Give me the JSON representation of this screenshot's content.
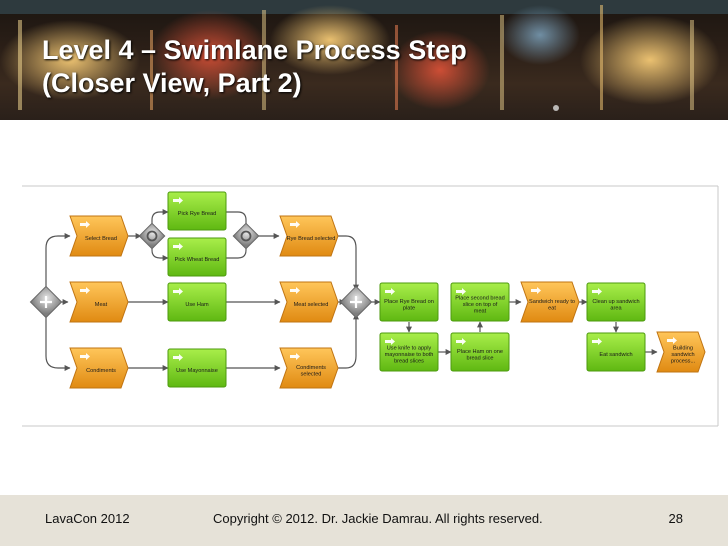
{
  "slide": {
    "title_line1": "Level 4 – Swimlane Process Step",
    "title_line2": "(Closer View, Part 2)"
  },
  "diagram": {
    "steps": [
      {
        "id": "select-bread",
        "label": "Select Bread",
        "color": "orange"
      },
      {
        "id": "pick-rye-bread",
        "label": "Pick Rye Bread",
        "color": "green"
      },
      {
        "id": "pick-wheat-bread",
        "label": "Pick Wheat Bread",
        "color": "green"
      },
      {
        "id": "rye-bread-selected",
        "label": "Rye Bread selected",
        "color": "orange"
      },
      {
        "id": "meat",
        "label": "Meat",
        "color": "orange"
      },
      {
        "id": "use-ham",
        "label": "Use Ham",
        "color": "green"
      },
      {
        "id": "meat-selected",
        "label": "Meat selected",
        "color": "orange"
      },
      {
        "id": "condiments",
        "label": "Condiments",
        "color": "orange"
      },
      {
        "id": "use-mayonnaise",
        "label": "Use Mayonnaise",
        "color": "green"
      },
      {
        "id": "condiments-selected",
        "label": "Condiments selected",
        "color": "orange"
      },
      {
        "id": "place-rye-bread",
        "label": "Place Rye Bread on plate",
        "color": "green"
      },
      {
        "id": "use-knife",
        "label": "Use knife to apply mayonnaise to both bread slices",
        "color": "green"
      },
      {
        "id": "place-ham",
        "label": "Place Ham on one bread slice",
        "color": "green"
      },
      {
        "id": "place-second-bread",
        "label": "Place second bread slice on top of meat",
        "color": "green"
      },
      {
        "id": "sandwich-ready",
        "label": "Sandwich ready to eat",
        "color": "orange"
      },
      {
        "id": "clean-up",
        "label": "Clean up sandwich area",
        "color": "green"
      },
      {
        "id": "eat-sandwich",
        "label": "Eat sandwich",
        "color": "green"
      },
      {
        "id": "building-process",
        "label": "Building sandwich process...",
        "color": "orange"
      }
    ]
  },
  "footer": {
    "left": "LavaCon 2012",
    "center": "Copyright © 2012. Dr. Jackie Damrau. All rights reserved.",
    "page": "28"
  },
  "colors": {
    "green_fill": "#7dd321",
    "orange_fill": "#f2a52a",
    "gateway_fill": "#9a9a9a",
    "connector": "#555555",
    "lane_line": "#c8c8c8",
    "footer_bg": "#e6e2d8"
  }
}
